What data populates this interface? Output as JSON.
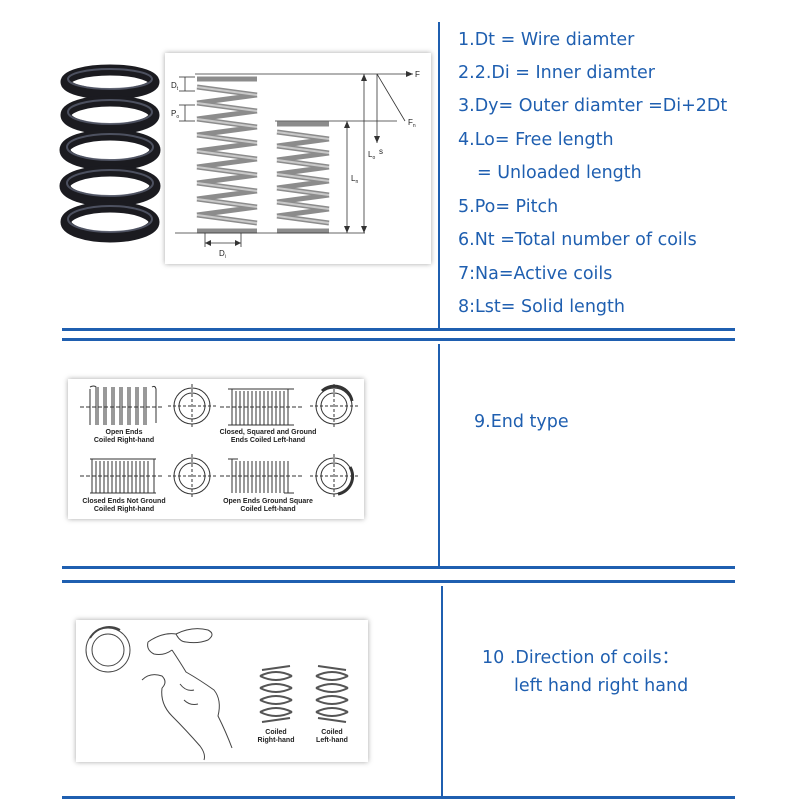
{
  "section1": {
    "diagram_labels": {
      "dt": "D",
      "dt_sub": "t",
      "po": "P",
      "po_sub": "o",
      "di": "D",
      "di_sub": "i",
      "lo": "L",
      "lo_sub": "o",
      "ln": "L",
      "ln_sub": "n",
      "f": "F",
      "fn": "F",
      "fn_sub": "n",
      "s": "s"
    },
    "params": [
      "1.Dt = Wire diamter",
      "2.2.Di = Inner diamter",
      "3.Dy= Outer diamter =Di+2Dt",
      "4.Lo= Free length",
      "= Unloaded length",
      "5.Po= Pitch",
      "6.Nt =Total number of coils",
      "7:Na=Active coils",
      "8:Lst= Solid length"
    ]
  },
  "section2": {
    "end_type_label": "9.End type",
    "captions": {
      "open_ends_1": "Open Ends",
      "open_ends_2": "Coiled Right-hand",
      "closed_sq_1": "Closed, Squared and Ground",
      "closed_sq_2": "Ends Coiled Left-hand",
      "closed_ng_1": "Closed Ends Not Ground",
      "closed_ng_2": "Coiled Right-hand",
      "open_gs_1": "Open Ends Ground Square",
      "open_gs_2": "Coiled Left-hand"
    }
  },
  "section3": {
    "direction_line1": "10 .Direction of  coils：",
    "direction_line2": "left hand right hand",
    "captions": {
      "right_1": "Coiled",
      "right_2": "Right-hand",
      "left_1": "Coiled",
      "left_2": "Left-hand"
    }
  }
}
